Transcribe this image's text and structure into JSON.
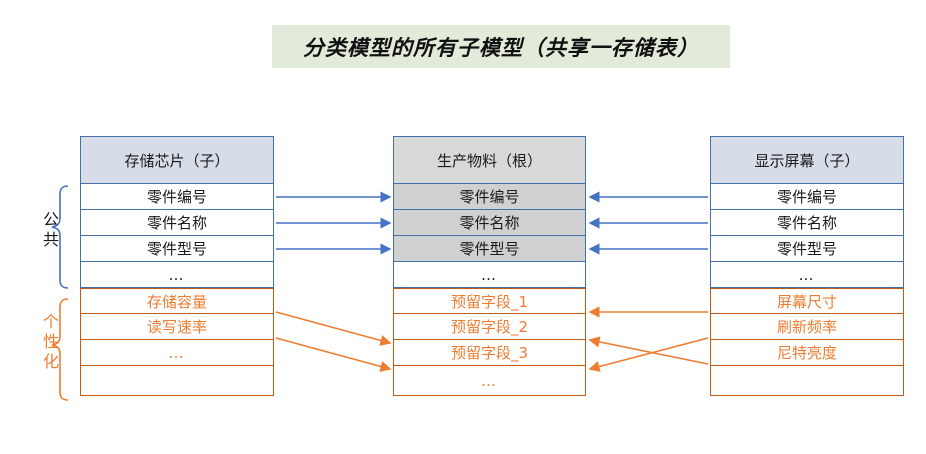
{
  "title": {
    "text": "分类模型的所有子模型（共享一存储表）",
    "background": "#E2EBDA"
  },
  "colors": {
    "blue_line": "#4472A8",
    "blue_arrow": "#4472C4",
    "orange": "#ED7D31",
    "orange_border": "#C55A11",
    "header_fill": "#D6DCE8",
    "root_header_fill": "#D9D9D9",
    "shared_row_fill": "#D0D0D0"
  },
  "side_labels": {
    "common": "公共",
    "common_chars": [
      "公",
      "共"
    ],
    "custom": "个性化",
    "custom_chars": [
      "个",
      "性",
      "化"
    ]
  },
  "tables": {
    "left": {
      "name": "存储芯片（子）",
      "common_rows": [
        "零件编号",
        "零件名称",
        "零件型号",
        "…"
      ],
      "custom_rows": [
        "存储容量",
        "读写速率",
        "…",
        ""
      ]
    },
    "middle": {
      "name": "生产物料（根）",
      "common_rows": [
        "零件编号",
        "零件名称",
        "零件型号",
        "…"
      ],
      "custom_rows": [
        "预留字段_1",
        "预留字段_2",
        "预留字段_3",
        "…"
      ]
    },
    "right": {
      "name": "显示屏幕（子）",
      "common_rows": [
        "零件编号",
        "零件名称",
        "零件型号",
        "…"
      ],
      "custom_rows": [
        "屏幕尺寸",
        "刷新频率",
        "尼特亮度",
        ""
      ]
    }
  }
}
